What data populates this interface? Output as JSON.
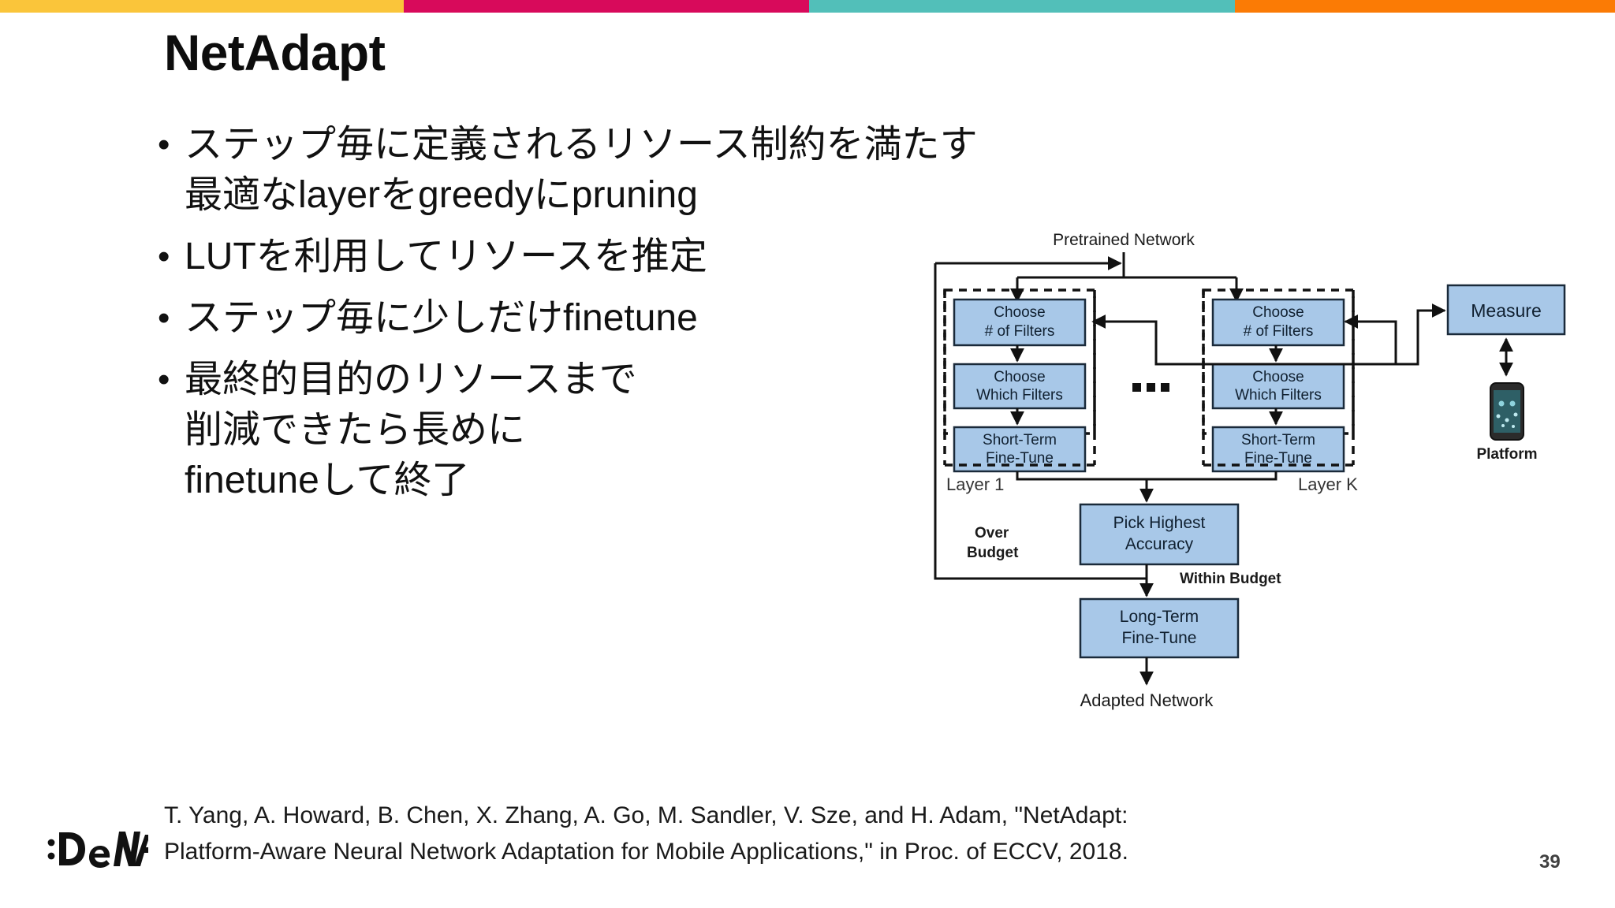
{
  "topbar": {
    "segments": [
      {
        "name": "yellow",
        "color": "#fac53a"
      },
      {
        "name": "pink",
        "color": "#d80a5b"
      },
      {
        "name": "teal",
        "color": "#52bfb9"
      },
      {
        "name": "orange",
        "color": "#fb7b05"
      }
    ]
  },
  "title": "NetAdapt",
  "bullets": [
    {
      "marker": "•",
      "lines": [
        "ステップ毎に定義されるリソース制約を満たす",
        "最適なlayerをgreedyにpruning"
      ]
    },
    {
      "marker": "•",
      "lines": [
        "LUTを利用してリソースを推定"
      ]
    },
    {
      "marker": "•",
      "lines": [
        "ステップ毎に少しだけfinetune"
      ]
    },
    {
      "marker": "•",
      "lines": [
        "最終的目的のリソースまで",
        "削減できたら長めに",
        "finetuneして終了"
      ]
    }
  ],
  "figure": {
    "caption_top": "Pretrained Network",
    "caption_bottom": "Adapted Network",
    "layer_left_label": "Layer 1",
    "layer_right_label": "Layer K",
    "ellipsis": "• • •",
    "boxes": {
      "choose_num_filters": "Choose\n# of Filters",
      "choose_num_filters_l1": "Choose",
      "choose_num_filters_l2": "# of Filters",
      "choose_which_filters_l1": "Choose",
      "choose_which_filters_l2": "Which Filters",
      "short_term_l1": "Short-Term",
      "short_term_l2": "Fine-Tune",
      "pick_highest_l1": "Pick Highest",
      "pick_highest_l2": "Accuracy",
      "long_term_l1": "Long-Term",
      "long_term_l2": "Fine-Tune",
      "measure": "Measure"
    },
    "edge_labels": {
      "over_budget_l1": "Over",
      "over_budget_l2": "Budget",
      "within_budget": "Within Budget"
    },
    "platform_label": "Platform",
    "colors": {
      "box_fill": "#a8c8e8",
      "box_stroke": "#1a2a3a",
      "line": "#111111"
    }
  },
  "citation": {
    "line1": "T. Yang, A. Howard, B. Chen, X. Zhang, A. Go, M. Sandler, V. Sze, and H. Adam, \"NetAdapt:",
    "line2": "Platform-Aware Neural Network Adaptation for Mobile Applications,\" in Proc. of ECCV, 2018."
  },
  "logo": {
    "text": ":DeNA"
  },
  "page_number": "39"
}
